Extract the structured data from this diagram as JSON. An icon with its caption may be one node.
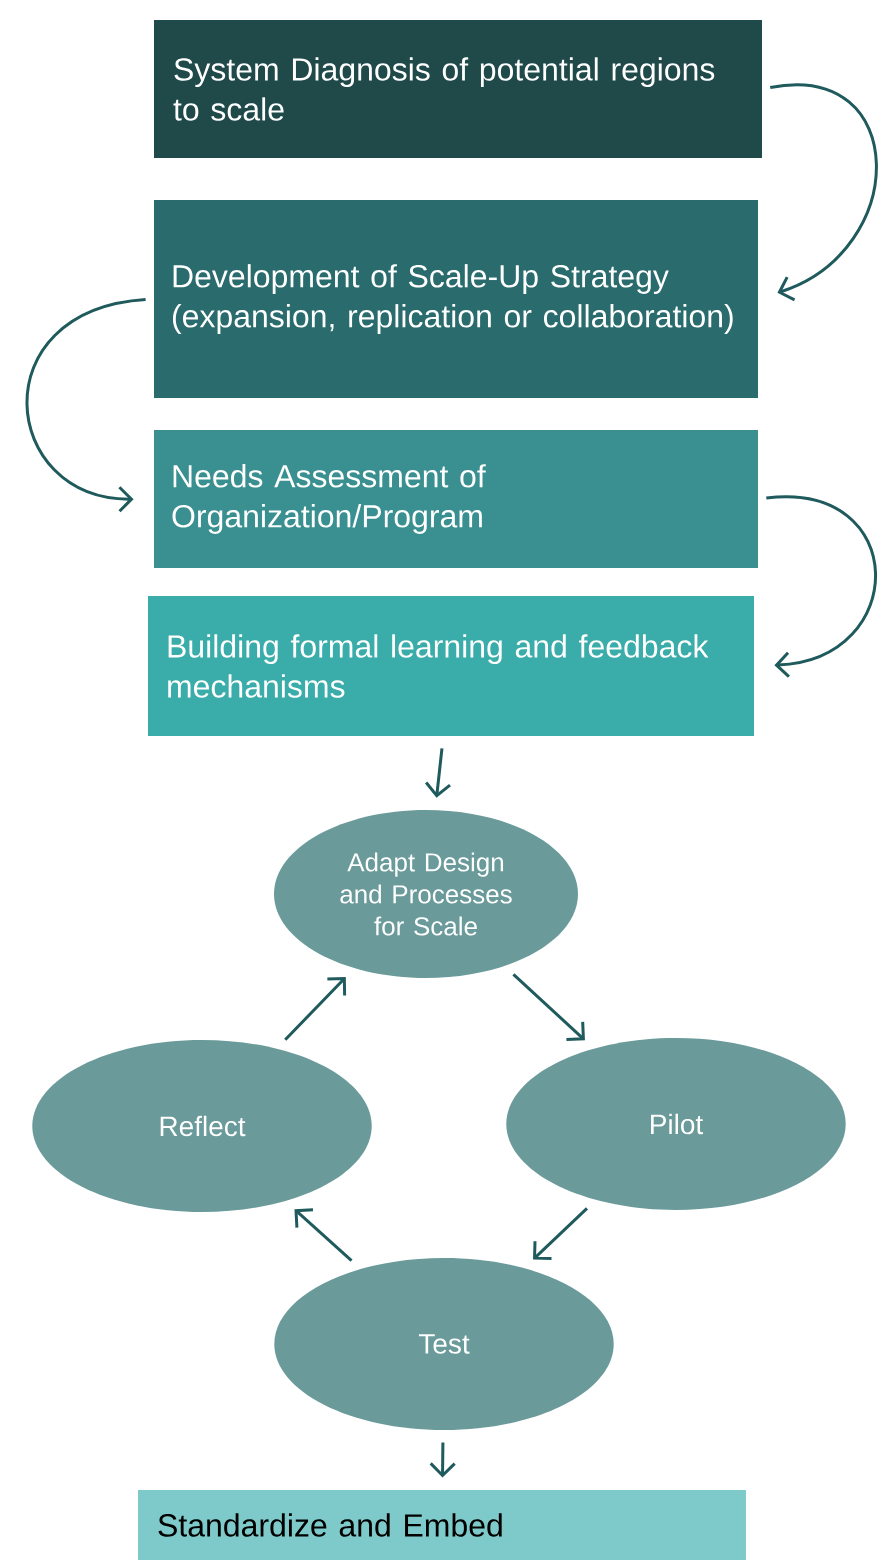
{
  "diagram": {
    "nodes": [
      {
        "text": [
          "System Diagnosis of potential regions to scale"
        ]
      },
      {
        "text": [
          "Development of Scale-Up Strategy (expansion, replication or collaboration)"
        ]
      },
      {
        "text": [
          "Needs Assessment of Organization/Program"
        ]
      },
      {
        "text": [
          "Building formal learning and feedback mechanisms"
        ]
      },
      {
        "text": [
          "Adapt Design and Processes for Scale"
        ]
      },
      {
        "text": [
          "Pilot"
        ]
      },
      {
        "text": [
          "Test"
        ]
      },
      {
        "text": [
          "Reflect"
        ]
      },
      {
        "text": [
          "Standardize and Embed"
        ]
      }
    ],
    "edges": [
      {
        "from": 0,
        "to": 1,
        "arrow": "to"
      },
      {
        "from": 1,
        "to": 2,
        "arrow": "to"
      },
      {
        "from": 2,
        "to": 3,
        "arrow": "to"
      },
      {
        "from": 3,
        "to": 4,
        "arrow": "to"
      },
      {
        "from": 4,
        "to": 5,
        "arrow": "to"
      },
      {
        "from": 5,
        "to": 6,
        "arrow": "to"
      },
      {
        "from": 6,
        "to": 7,
        "arrow": "to"
      },
      {
        "from": 7,
        "to": 4,
        "arrow": "to"
      },
      {
        "from": 6,
        "to": 8,
        "arrow": "to"
      }
    ]
  }
}
